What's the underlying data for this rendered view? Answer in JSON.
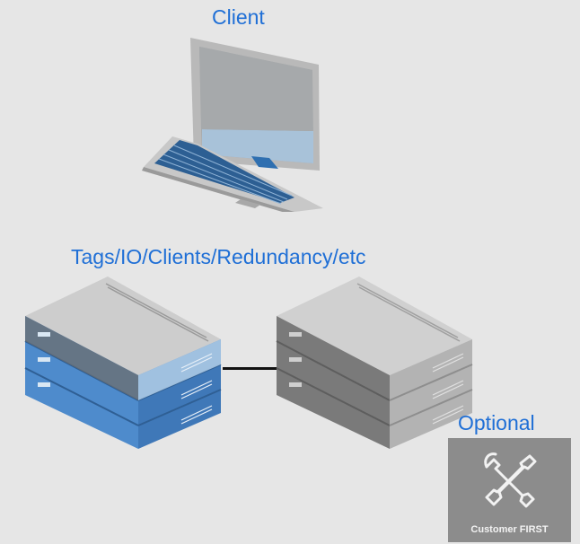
{
  "labels": {
    "client": "Client",
    "tags": "Tags/IO/Clients/Redundancy/etc",
    "optional": "Optional"
  },
  "customer_first": {
    "caption": "Customer FIRST",
    "icon": "tools-icon"
  },
  "nodes": [
    {
      "id": "client",
      "icon": "laptop-icon"
    },
    {
      "id": "primary-server",
      "icon": "server-stack-icon",
      "color": "#4f86c6"
    },
    {
      "id": "secondary-server",
      "icon": "server-stack-icon",
      "color": "#9a9a9a"
    }
  ],
  "colors": {
    "label": "#1f6fd6",
    "background": "#e6e6e6",
    "primary_server": "#4f86c6",
    "secondary_server": "#9a9a9a"
  }
}
